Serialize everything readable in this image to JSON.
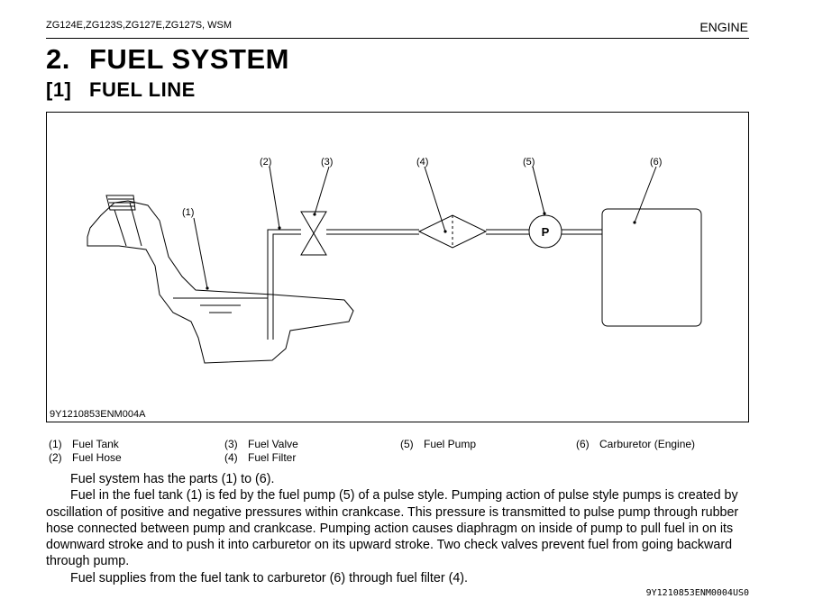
{
  "header": {
    "models": "ZG124E,ZG123S,ZG127E,ZG127S, WSM",
    "section": "ENGINE"
  },
  "heading": {
    "chapter_number": "2.",
    "chapter_title": "FUEL SYSTEM",
    "sub_number": "[1]",
    "sub_title": "FUEL LINE"
  },
  "figure": {
    "id": "9Y1210853ENM004A",
    "callouts": [
      "(1)",
      "(2)",
      "(3)",
      "(4)",
      "(5)",
      "(6)"
    ],
    "pump_symbol": "P"
  },
  "legend": [
    {
      "num": "(1)",
      "label": "Fuel Tank"
    },
    {
      "num": "(2)",
      "label": "Fuel Hose"
    },
    {
      "num": "(3)",
      "label": "Fuel Valve"
    },
    {
      "num": "(4)",
      "label": "Fuel Filter"
    },
    {
      "num": "(5)",
      "label": "Fuel Pump"
    },
    {
      "num": "(6)",
      "label": "Carburetor (Engine)"
    }
  ],
  "body": {
    "p1": "Fuel system has the parts (1) to (6).",
    "p2": "Fuel in the fuel tank (1) is fed by the fuel pump (5) of a pulse style. Pumping action of pulse style pumps is created by oscillation of positive and negative pressures within crankcase. This pressure is transmitted to pulse pump through rubber hose connected between pump and crankcase. Pumping action causes diaphragm on inside of pump to pull fuel in on its downward stroke and to push it into carburetor on its upward stroke. Two check valves prevent fuel from going backward through pump.",
    "p3": "Fuel supplies from the fuel tank to carburetor (6) through fuel filter (4)."
  },
  "footer": {
    "doc_code": "9Y1210853ENM0004US0"
  }
}
